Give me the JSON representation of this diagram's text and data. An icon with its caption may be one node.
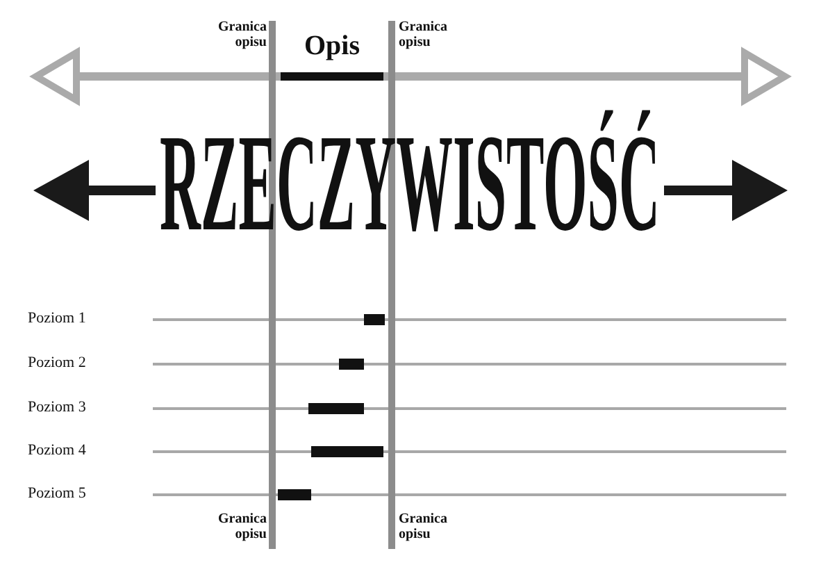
{
  "diagram": {
    "labels": [
      "Granica opisu",
      "Opis",
      "Granica opisu",
      "RZECZYWISTOŚĆ",
      "Poziom 1",
      "Poziom 2",
      "Poziom 3",
      "Poziom 4",
      "Poziom 5",
      "Granica opisu",
      "Granica opisu"
    ]
  }
}
